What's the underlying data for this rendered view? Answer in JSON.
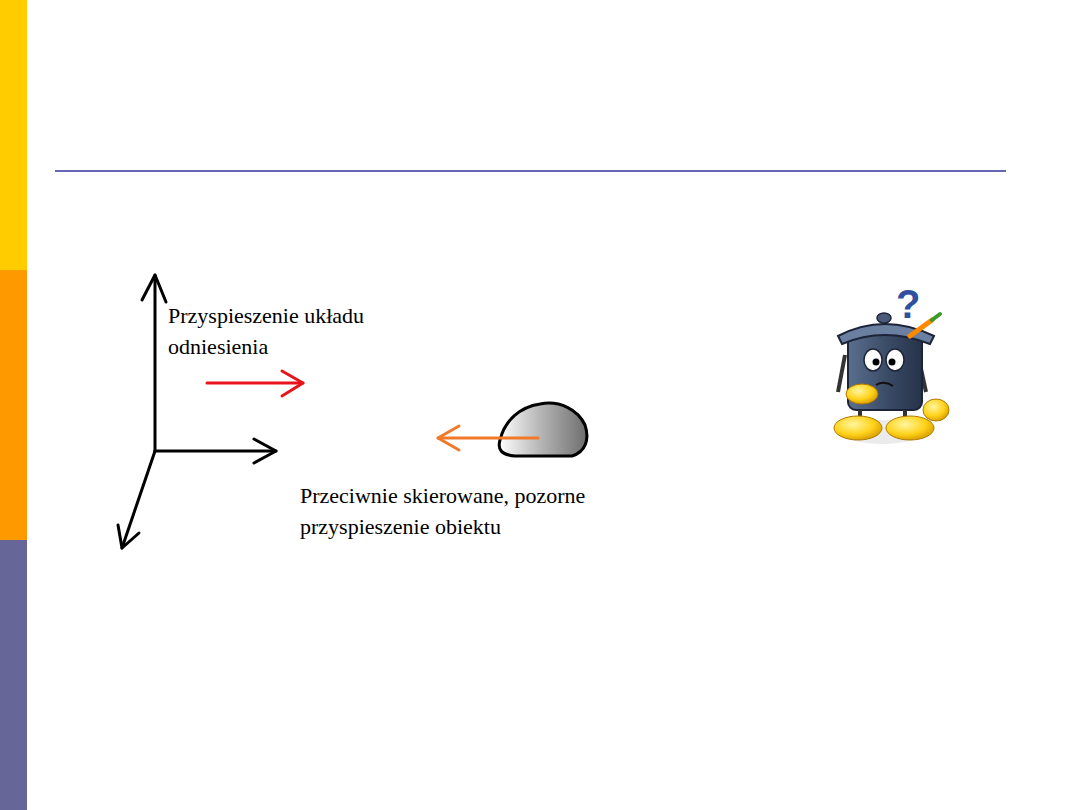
{
  "diagram": {
    "labels": [
      "Przyspieszenie układu odniesienia",
      "Przeciwnie skierowane, pozorne przyspieszenie obiektu",
      "?"
    ]
  }
}
